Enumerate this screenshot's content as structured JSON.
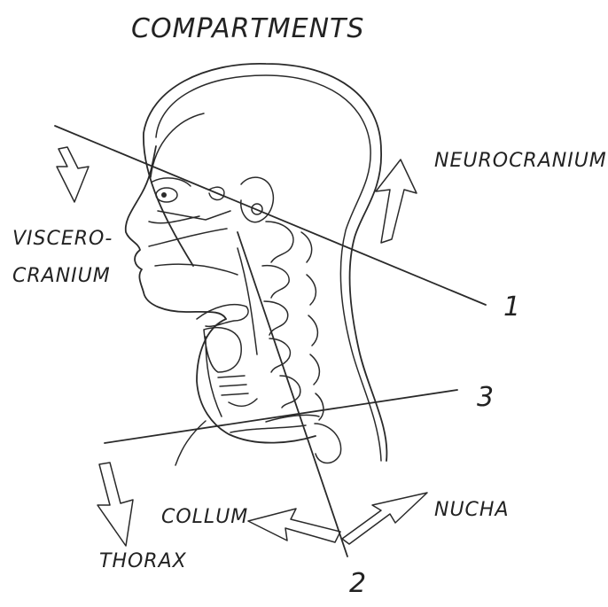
{
  "title": "COMPARTMENTS",
  "regions": {
    "neurocranium": "NEUROCRANIUM",
    "viscerocranium_line1": "VISCERO-",
    "viscerocranium_line2": "CRANIUM",
    "nucha": "NUCHA",
    "collum": "COLLUM",
    "thorax": "THORAX"
  },
  "lines": {
    "line_1": "1",
    "line_2": "2",
    "line_3": "3"
  }
}
